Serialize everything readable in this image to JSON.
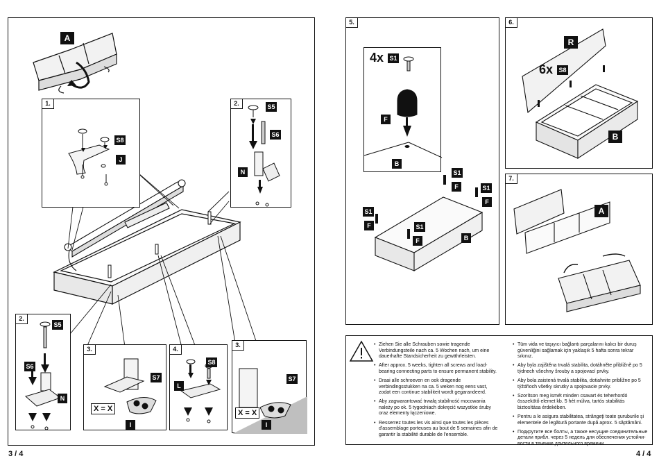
{
  "pages": {
    "left": "3 / 4",
    "right": "4 / 4"
  },
  "steps": {
    "s1": "1.",
    "s2a": "2.",
    "s2b": "2.",
    "s3a": "3.",
    "s4": "4.",
    "s3b": "3.",
    "s5": "5.",
    "s6": "6.",
    "s7": "7."
  },
  "labels": {
    "A": "A",
    "B": "B",
    "F": "F",
    "J": "J",
    "N": "N",
    "L": "L",
    "I": "I",
    "R": "R",
    "S1": "S1",
    "S5": "S5",
    "S6": "S6",
    "S7": "S7",
    "S8": "S8"
  },
  "counts": {
    "four_x": "4x",
    "six_x": "6x"
  },
  "xeq": "X = X",
  "notice": {
    "left_column": [
      "Ziehen Sie alle Schrauben sowie tragende Verbindungsteile nach ca. 5 Wochen nach, um eine dauerhafte Standsicherheit zu gewährleisten.",
      "After approx. 5 weeks, tighten all screws and load-bearing connecting parts to ensure permanent stability.",
      "Draai alle schroeven en ook dragende verbindingsstukken na ca. 5 weken nog eens vast, zodat een continue stabiliteit wordt gegarandeerd.",
      "Aby zagwarantować trwałą stabilność mocowania należy po ok. 5 tygodniach dokręcić wszystkie śruby oraz elementy łączeniowe.",
      "Resserrez toutes les vis ainsi que toutes les pièces d'assemblage porteuses au bout de 5 semaines afin de garantir la stabilité durable de l'ensemble."
    ],
    "right_column": [
      "Tüm vida ve taşıyıcı bağlantı parçalarını kalıcı bir duruş güvenliğini sağlamak için yaklaşık 5 hafta sonra tekrar sıkınız.",
      "Aby byla zajištěna trvalá stabilita, dotáhněte přibližně po 5 týdnech všechny šrouby a spojovací prvky.",
      "Aby bola zaistená trvalá stabilita, dotiahnite približne po 5 týždňoch všetky skrutky a spojovacie prvky.",
      "Szorítson meg ismét minden csavart és teherhordó összekötő elemet kb. 5 hét múlva, tartós stabilitás biztosítása érdekében.",
      "Pentru a le asigura stabilitatea, strângeţi toate şuruburile şi elementele de legătură portante după aprox. 5 săptămâni.",
      "Подкрутите все болты, а также несущие соединительные детали прибл. через 5 недель для обеспечения устойчи-вости в течение длительного времени."
    ]
  }
}
